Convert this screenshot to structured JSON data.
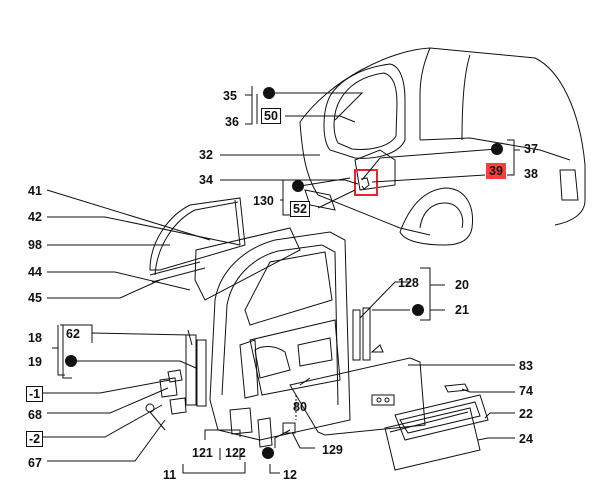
{
  "callouts": {
    "c35": "35",
    "c36": "36",
    "c50": "50",
    "c32": "32",
    "c34": "34",
    "c37": "37",
    "c39": "39",
    "c38": "38",
    "c130": "130",
    "c52": "52",
    "c41": "41",
    "c42": "42",
    "c98": "98",
    "c44": "44",
    "c45": "45",
    "c128": "128",
    "c20": "20",
    "c21": "21",
    "c18": "18",
    "c62": "62",
    "c19": "19",
    "c1": "-1",
    "c68": "68",
    "c2": "-2",
    "c67": "67",
    "c83": "83",
    "c74": "74",
    "c80": "80",
    "c22": "22",
    "c24": "24",
    "c121": "121",
    "c122": "122",
    "c129": "129",
    "c11": "11",
    "c12": "12"
  },
  "highlight_color": "#ff3d3d"
}
